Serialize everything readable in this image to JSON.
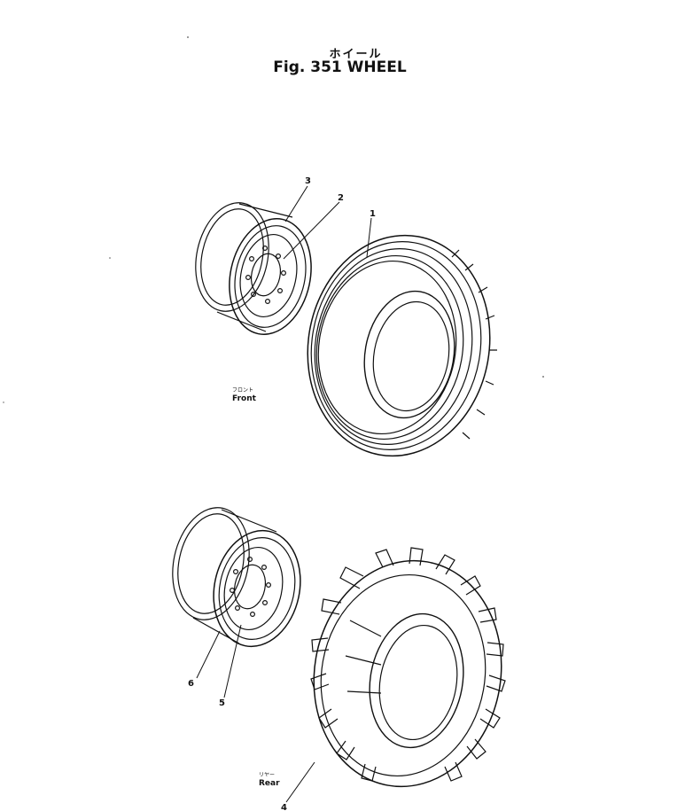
{
  "header": {
    "title_jp": "ホイール",
    "title_en": "Fig. 351 WHEEL"
  },
  "labels": {
    "front_jp": "フロント",
    "front_en": "Front",
    "rear_jp": "リヤー",
    "rear_en": "Rear"
  },
  "callouts": {
    "p1": "1",
    "p2": "2",
    "p3": "3",
    "p4": "4",
    "p5": "5",
    "p6": "6"
  }
}
